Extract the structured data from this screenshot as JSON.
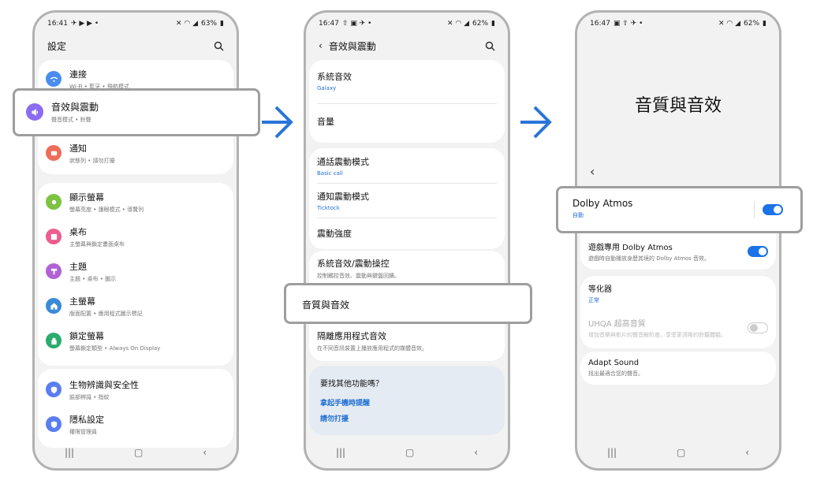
{
  "colors": {
    "accent": "#1a73e8",
    "arrow": "#2a74d8"
  },
  "phone1": {
    "status_time": "16:41",
    "status_battery": "63%",
    "title": "設定",
    "items": [
      {
        "label": "連接",
        "sub": "Wi-Fi • 藍牙 • 飛航模式",
        "icon": "wifi-icon",
        "color": "#4a8df0"
      },
      {
        "label": "音效與震動",
        "sub": "聲音模式 • 鈴聲",
        "icon": "speaker-icon",
        "color": "#8a6cf0"
      },
      {
        "label": "通知",
        "sub": "狀態列 • 請勿打擾",
        "icon": "notification-icon",
        "color": "#ef6c5a"
      },
      {
        "label": "顯示螢幕",
        "sub": "螢幕亮度 • 護眼模式 • 導覽列",
        "icon": "sun-icon",
        "color": "#7dc341"
      },
      {
        "label": "桌布",
        "sub": "主螢幕與鎖定畫面桌布",
        "icon": "wallpaper-icon",
        "color": "#ee5d8f"
      },
      {
        "label": "主題",
        "sub": "主題 • 桌布 • 圖示",
        "icon": "theme-icon",
        "color": "#b062d6"
      },
      {
        "label": "主螢幕",
        "sub": "版面配置 • 應用程式圖示標記",
        "icon": "home-icon",
        "color": "#3a8bd8"
      },
      {
        "label": "鎖定螢幕",
        "sub": "螢幕鎖定類型 • Always On Display",
        "icon": "lock-icon",
        "color": "#2bab6e"
      },
      {
        "label": "生物辨識與安全性",
        "sub": "臉部辨識 • 指紋",
        "icon": "shield-icon",
        "color": "#5a7ef0"
      },
      {
        "label": "隱私設定",
        "sub": "權限管理員",
        "icon": "privacy-icon",
        "color": "#5a7ef0"
      }
    ]
  },
  "phone2": {
    "status_time": "16:47",
    "status_battery": "62%",
    "title": "音效與震動",
    "items": [
      {
        "label": "系統音效",
        "sub": "Galaxy"
      },
      {
        "label": "音量",
        "sub": ""
      },
      {
        "label": "通話震動模式",
        "sub": "Basic call"
      },
      {
        "label": "通知震動模式",
        "sub": "Ticktock"
      },
      {
        "label": "震動強度",
        "sub": ""
      },
      {
        "label": "系統音效/震動操控",
        "sub": "控制觸控音效、震動與鍵盤回饋。"
      },
      {
        "label": "音質與音效",
        "sub": ""
      },
      {
        "label": "隔離應用程式音效",
        "sub": "在不同音訊裝置上播放應用程式的媒體音效。"
      }
    ],
    "suggest_title": "要找其他功能嗎？",
    "suggest_links": [
      "拿起手機時提醒",
      "請勿打擾"
    ]
  },
  "phone3": {
    "status_time": "16:47",
    "status_battery": "62%",
    "big_title": "音質與音效",
    "items": [
      {
        "label": "Dolby Atmos",
        "sub": "自動"
      },
      {
        "label": "遊戲專用 Dolby Atmos",
        "sub": "遊戲時自動播放身歷其境的 Dolby Atmos 音效。"
      },
      {
        "label": "等化器",
        "sub": "正常"
      },
      {
        "label": "UHQA 超高音質",
        "sub": "增加音樂與影片的聲音解析度，享受更清晰的聆聽體驗。"
      },
      {
        "label": "Adapt Sound",
        "sub": "找出最適合您的聲音。"
      }
    ]
  }
}
